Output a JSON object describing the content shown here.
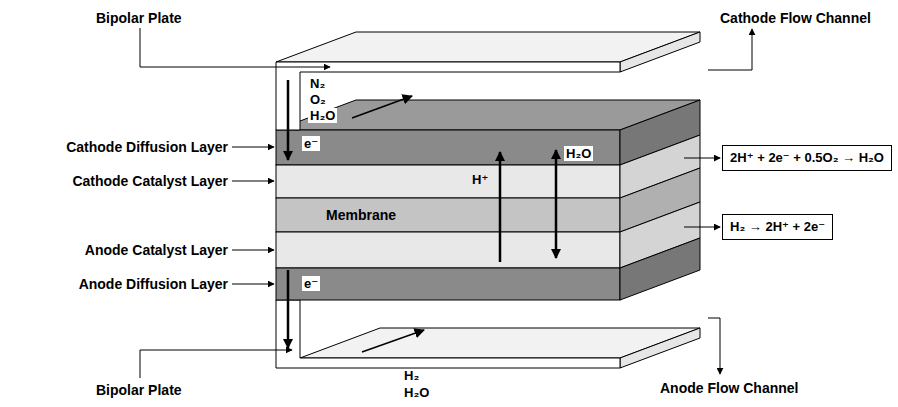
{
  "diagram": {
    "nodes": [
      {
        "text": [
          "2H⁺ + 2e⁻ + 0.5O₂ → H₂O"
        ]
      },
      {
        "text": [
          "H₂ → 2H⁺ + 2e⁻"
        ]
      }
    ],
    "labels": [
      "Bipolar Plate",
      "Cathode Flow Channel",
      "N₂",
      "O₂",
      "H₂O",
      "Cathode Diffusion Layer",
      "Cathode Catalyst Layer",
      "Membrane",
      "Anode Catalyst Layer",
      "Anode Diffusion Layer",
      "e⁻",
      "H⁺",
      "H₂O",
      "e⁻",
      "Anode Flow Channel",
      "Bipolar Plate",
      "H₂",
      "H₂O"
    ]
  }
}
